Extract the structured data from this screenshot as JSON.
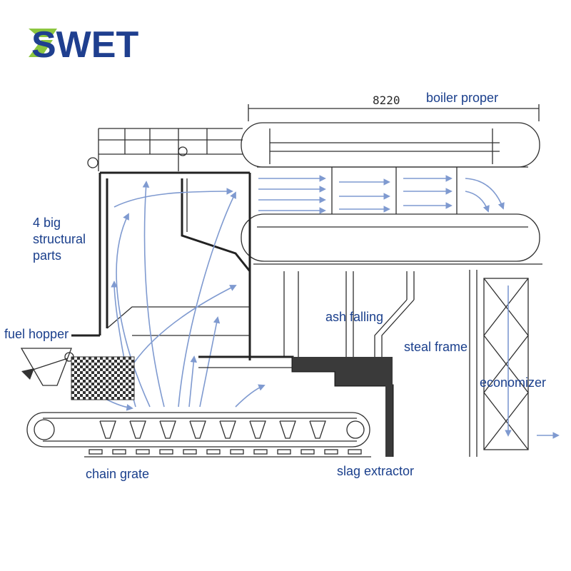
{
  "logo": {
    "text": "SWET",
    "colors": {
      "green": "#8cc63f",
      "blue": "#1f3f8f"
    }
  },
  "diagram": {
    "dimension_label": "8220",
    "labels": {
      "boiler_proper": "boiler proper",
      "structural_line1": "4 big",
      "structural_line2": "structural",
      "structural_line3": "parts",
      "fuel_hopper": "fuel hopper",
      "ash_falling": "ash falling",
      "steal_frame": "steal frame",
      "economizer": "economizer",
      "chain_grate": "chain grate",
      "slag_extractor": "slag extractor"
    },
    "colors": {
      "label": "#1a3f8c",
      "flow_arrow": "#7f9ad0",
      "line": "#2e2e2e"
    }
  }
}
